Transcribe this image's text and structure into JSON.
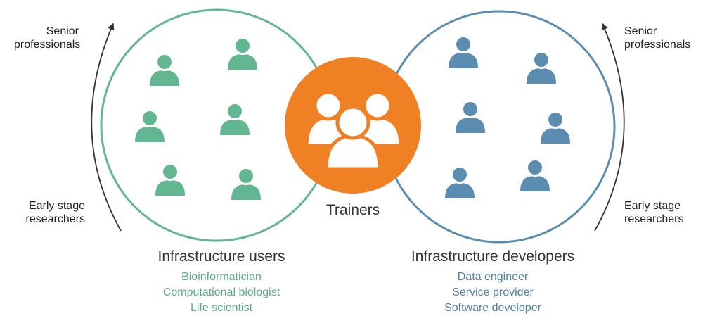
{
  "colors": {
    "users": "#62b692",
    "developers": "#5b8db0",
    "trainers": "#f08024",
    "arrow": "#333333",
    "title_text": "#333333"
  },
  "icons": {
    "person": "person-icon",
    "group": "people-group-icon",
    "arrow": "curved-arrow-icon"
  },
  "left_scale": {
    "top_label": "Senior professionals",
    "bottom_label": "Early stage researchers"
  },
  "right_scale": {
    "top_label": "Senior professionals",
    "bottom_label": "Early stage researchers"
  },
  "center": {
    "label": "Trainers"
  },
  "groups": [
    {
      "title": "Infrastructure users",
      "roles": [
        "Bioinformatician",
        "Computational biologist",
        "Life scientist"
      ]
    },
    {
      "title": "Infrastructure developers",
      "roles": [
        "Data engineer",
        "Service provider",
        "Software developer"
      ]
    }
  ]
}
